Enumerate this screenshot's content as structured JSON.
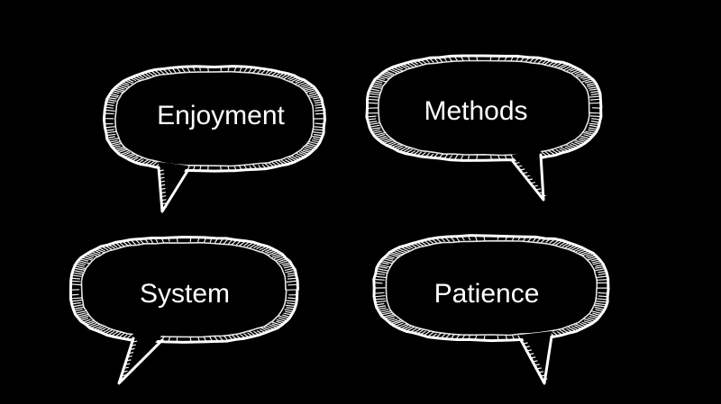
{
  "colors": {
    "background": "#000000",
    "stroke": "#ffffff",
    "text": "#ffffff"
  },
  "bubbles": [
    {
      "label": "Enjoyment",
      "icon": "speech-bubble-icon"
    },
    {
      "label": "Methods",
      "icon": "speech-bubble-icon"
    },
    {
      "label": "System",
      "icon": "speech-bubble-icon"
    },
    {
      "label": "Patience",
      "icon": "speech-bubble-icon"
    }
  ]
}
